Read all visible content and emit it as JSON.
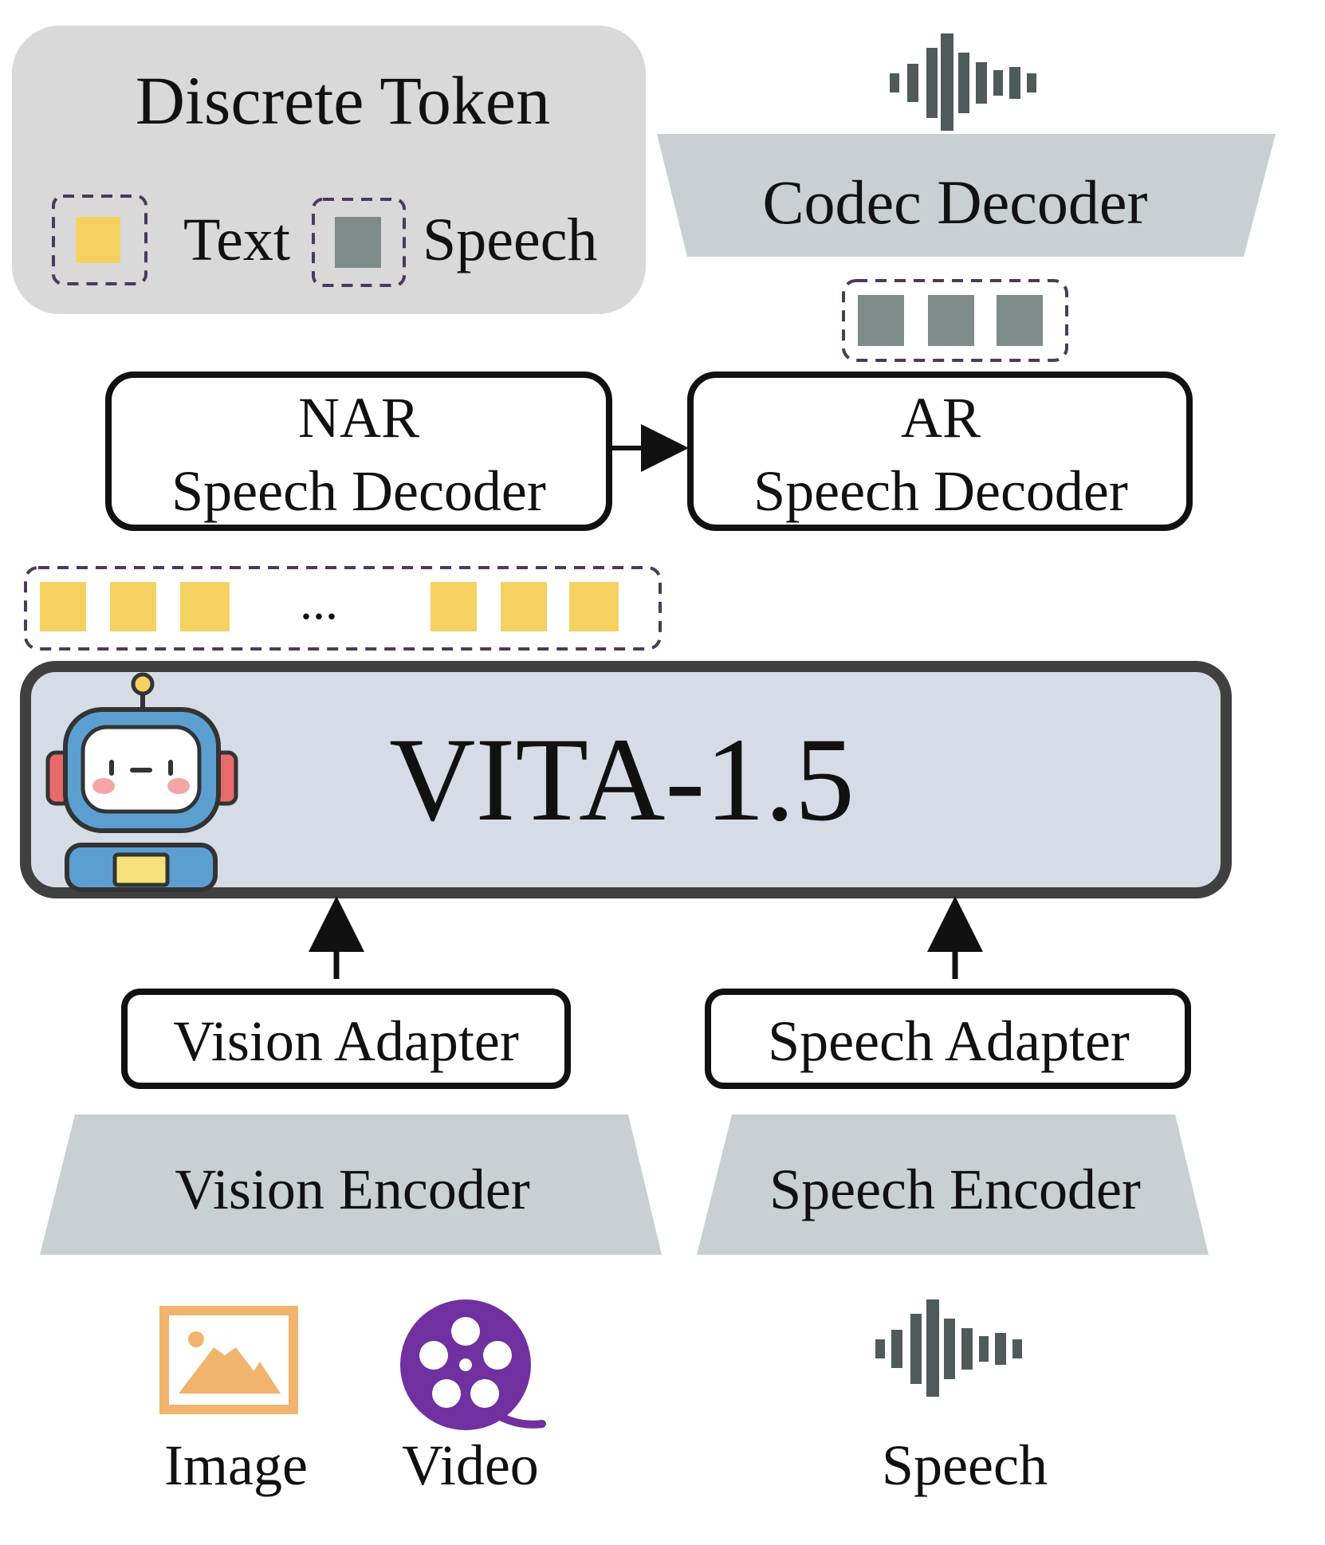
{
  "legend": {
    "title": "Discrete Token",
    "text_label": "Text",
    "speech_label": "Speech"
  },
  "top": {
    "codec_decoder": "Codec Decoder"
  },
  "decoders": {
    "nar_line1": "NAR",
    "nar_line2": "Speech Decoder",
    "ar_line1": "AR",
    "ar_line2": "Speech Decoder"
  },
  "tokens": {
    "ellipsis": "..."
  },
  "model": {
    "name": "VITA-1.5"
  },
  "adapters": {
    "vision": "Vision Adapter",
    "speech": "Speech Adapter"
  },
  "encoders": {
    "vision": "Vision Encoder",
    "speech": "Speech Encoder"
  },
  "inputs": {
    "image": "Image",
    "video": "Video",
    "speech": "Speech"
  },
  "colors": {
    "text_token": "#f5d162",
    "speech_token": "#7e8b89",
    "legend_bg": "#d9d9d9",
    "codec_bg": "#c8d0d1",
    "model_bg": "#d6dce5",
    "image_icon": "#f0b46c",
    "video_icon": "#7030a0",
    "waveform": "#4f5b5b",
    "dash_border": "#4b3a58"
  }
}
